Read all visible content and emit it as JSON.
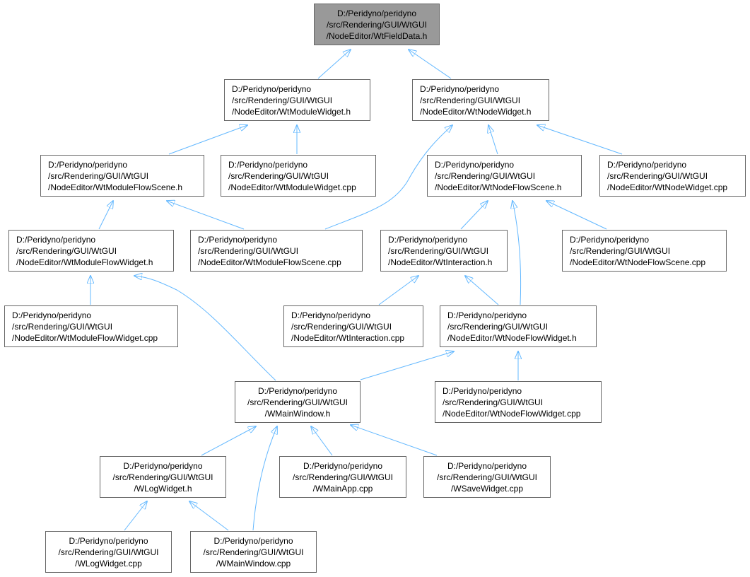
{
  "graph": {
    "nodes": [
      {
        "id": "n_fielddata",
        "lines": [
          "D:/Peridyno/peridyno",
          "/src/Rendering/GUI/WtGUI",
          "/NodeEditor/WtFieldData.h"
        ],
        "root": true
      },
      {
        "id": "n_modwidget_h",
        "lines": [
          "D:/Peridyno/peridyno",
          "/src/Rendering/GUI/WtGUI",
          "/NodeEditor/WtModuleWidget.h"
        ]
      },
      {
        "id": "n_nodewidget_h",
        "lines": [
          "D:/Peridyno/peridyno",
          "/src/Rendering/GUI/WtGUI",
          "/NodeEditor/WtNodeWidget.h"
        ]
      },
      {
        "id": "n_modflowscene_h",
        "lines": [
          "D:/Peridyno/peridyno",
          "/src/Rendering/GUI/WtGUI",
          "/NodeEditor/WtModuleFlowScene.h"
        ]
      },
      {
        "id": "n_modwidget_cpp",
        "lines": [
          "D:/Peridyno/peridyno",
          "/src/Rendering/GUI/WtGUI",
          "/NodeEditor/WtModuleWidget.cpp"
        ]
      },
      {
        "id": "n_nodeflowscene_h",
        "lines": [
          "D:/Peridyno/peridyno",
          "/src/Rendering/GUI/WtGUI",
          "/NodeEditor/WtNodeFlowScene.h"
        ]
      },
      {
        "id": "n_nodewidget_cpp",
        "lines": [
          "D:/Peridyno/peridyno",
          "/src/Rendering/GUI/WtGUI",
          "/NodeEditor/WtNodeWidget.cpp"
        ]
      },
      {
        "id": "n_modflowwidget_h",
        "lines": [
          "D:/Peridyno/peridyno",
          "/src/Rendering/GUI/WtGUI",
          "/NodeEditor/WtModuleFlowWidget.h"
        ]
      },
      {
        "id": "n_modflowscene_cpp",
        "lines": [
          "D:/Peridyno/peridyno",
          "/src/Rendering/GUI/WtGUI",
          "/NodeEditor/WtModuleFlowScene.cpp"
        ]
      },
      {
        "id": "n_interaction_h",
        "lines": [
          "D:/Peridyno/peridyno",
          "/src/Rendering/GUI/WtGUI",
          "/NodeEditor/WtInteraction.h"
        ]
      },
      {
        "id": "n_nodeflowscene_cpp",
        "lines": [
          "D:/Peridyno/peridyno",
          "/src/Rendering/GUI/WtGUI",
          "/NodeEditor/WtNodeFlowScene.cpp"
        ]
      },
      {
        "id": "n_modflowwidget_cpp",
        "lines": [
          "D:/Peridyno/peridyno",
          "/src/Rendering/GUI/WtGUI",
          "/NodeEditor/WtModuleFlowWidget.cpp"
        ]
      },
      {
        "id": "n_interaction_cpp",
        "lines": [
          "D:/Peridyno/peridyno",
          "/src/Rendering/GUI/WtGUI",
          "/NodeEditor/WtInteraction.cpp"
        ]
      },
      {
        "id": "n_nodeflowwidget_h",
        "lines": [
          "D:/Peridyno/peridyno",
          "/src/Rendering/GUI/WtGUI",
          "/NodeEditor/WtNodeFlowWidget.h"
        ]
      },
      {
        "id": "n_mainwindow_h",
        "lines": [
          "D:/Peridyno/peridyno",
          "/src/Rendering/GUI/WtGUI",
          "/WMainWindow.h"
        ]
      },
      {
        "id": "n_nodeflowwidget_cpp",
        "lines": [
          "D:/Peridyno/peridyno",
          "/src/Rendering/GUI/WtGUI",
          "/NodeEditor/WtNodeFlowWidget.cpp"
        ]
      },
      {
        "id": "n_logwidget_h",
        "lines": [
          "D:/Peridyno/peridyno",
          "/src/Rendering/GUI/WtGUI",
          "/WLogWidget.h"
        ]
      },
      {
        "id": "n_mainapp_cpp",
        "lines": [
          "D:/Peridyno/peridyno",
          "/src/Rendering/GUI/WtGUI",
          "/WMainApp.cpp"
        ]
      },
      {
        "id": "n_savewidget_cpp",
        "lines": [
          "D:/Peridyno/peridyno",
          "/src/Rendering/GUI/WtGUI",
          "/WSaveWidget.cpp"
        ]
      },
      {
        "id": "n_logwidget_cpp",
        "lines": [
          "D:/Peridyno/peridyno",
          "/src/Rendering/GUI/WtGUI",
          "/WLogWidget.cpp"
        ]
      },
      {
        "id": "n_mainwindow_cpp",
        "lines": [
          "D:/Peridyno/peridyno",
          "/src/Rendering/GUI/WtGUI",
          "/WMainWindow.cpp"
        ]
      }
    ],
    "edges": [
      {
        "from": "n_modwidget_h",
        "to": "n_fielddata"
      },
      {
        "from": "n_nodewidget_h",
        "to": "n_fielddata"
      },
      {
        "from": "n_modflowscene_h",
        "to": "n_modwidget_h"
      },
      {
        "from": "n_modwidget_cpp",
        "to": "n_modwidget_h"
      },
      {
        "from": "n_modflowscene_cpp",
        "to": "n_nodewidget_h"
      },
      {
        "from": "n_nodeflowscene_h",
        "to": "n_nodewidget_h"
      },
      {
        "from": "n_nodewidget_cpp",
        "to": "n_nodewidget_h"
      },
      {
        "from": "n_modflowwidget_h",
        "to": "n_modflowscene_h"
      },
      {
        "from": "n_modflowscene_cpp",
        "to": "n_modflowscene_h"
      },
      {
        "from": "n_interaction_h",
        "to": "n_nodeflowscene_h"
      },
      {
        "from": "n_nodeflowwidget_h",
        "to": "n_nodeflowscene_h"
      },
      {
        "from": "n_nodeflowscene_cpp",
        "to": "n_nodeflowscene_h"
      },
      {
        "from": "n_modflowwidget_cpp",
        "to": "n_modflowwidget_h"
      },
      {
        "from": "n_mainwindow_h",
        "to": "n_modflowwidget_h"
      },
      {
        "from": "n_interaction_cpp",
        "to": "n_interaction_h"
      },
      {
        "from": "n_nodeflowwidget_h",
        "to": "n_interaction_h"
      },
      {
        "from": "n_mainwindow_h",
        "to": "n_nodeflowwidget_h"
      },
      {
        "from": "n_nodeflowwidget_cpp",
        "to": "n_nodeflowwidget_h"
      },
      {
        "from": "n_logwidget_h",
        "to": "n_mainwindow_h"
      },
      {
        "from": "n_mainwindow_cpp",
        "to": "n_mainwindow_h"
      },
      {
        "from": "n_mainapp_cpp",
        "to": "n_mainwindow_h"
      },
      {
        "from": "n_savewidget_cpp",
        "to": "n_mainwindow_h"
      },
      {
        "from": "n_logwidget_cpp",
        "to": "n_logwidget_h"
      },
      {
        "from": "n_mainwindow_cpp",
        "to": "n_logwidget_h"
      }
    ],
    "colors": {
      "edge": "#63b8ff",
      "node_border": "#666666",
      "root_fill": "#999999"
    }
  }
}
